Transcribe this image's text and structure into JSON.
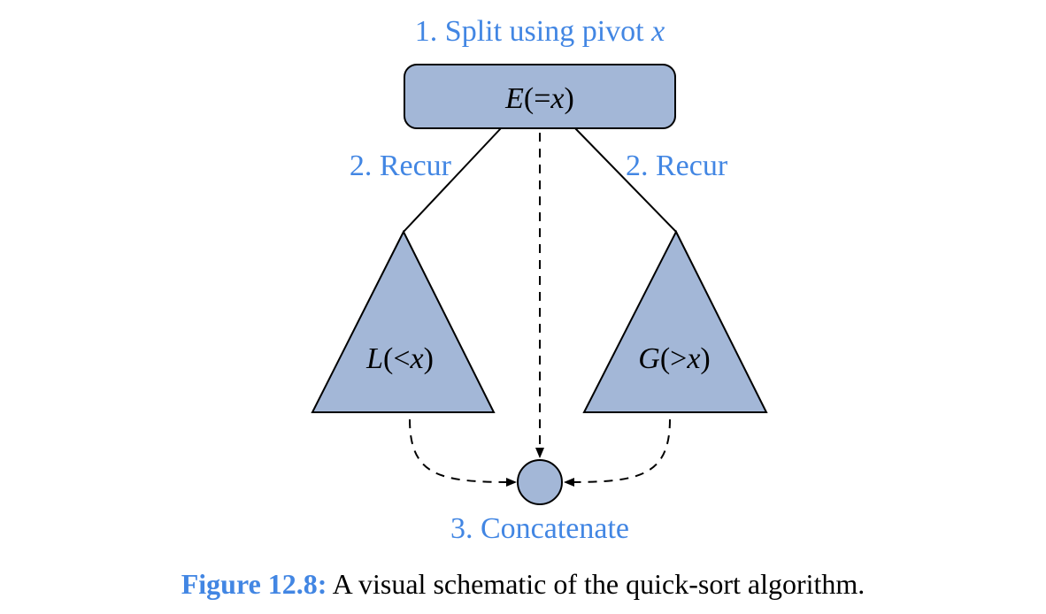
{
  "diagram": {
    "step1": {
      "text": "1. Split using pivot",
      "var": "x"
    },
    "root": {
      "fn": "E",
      "open": "(=",
      "var": "x",
      "close": ")"
    },
    "step2_left": "2. Recur",
    "step2_right": "2. Recur",
    "left": {
      "fn": "L",
      "open": "(<",
      "var": "x",
      "close": ")"
    },
    "right": {
      "fn": "G",
      "open": "(>",
      "var": "x",
      "close": ")"
    },
    "step3": "3. Concatenate",
    "colors": {
      "fill": "#a3b7d7",
      "stroke": "#000000",
      "label": "#4286e3"
    }
  },
  "caption": {
    "number": "Figure 12.8:",
    "text": "A visual schematic of the quick-sort algorithm."
  }
}
